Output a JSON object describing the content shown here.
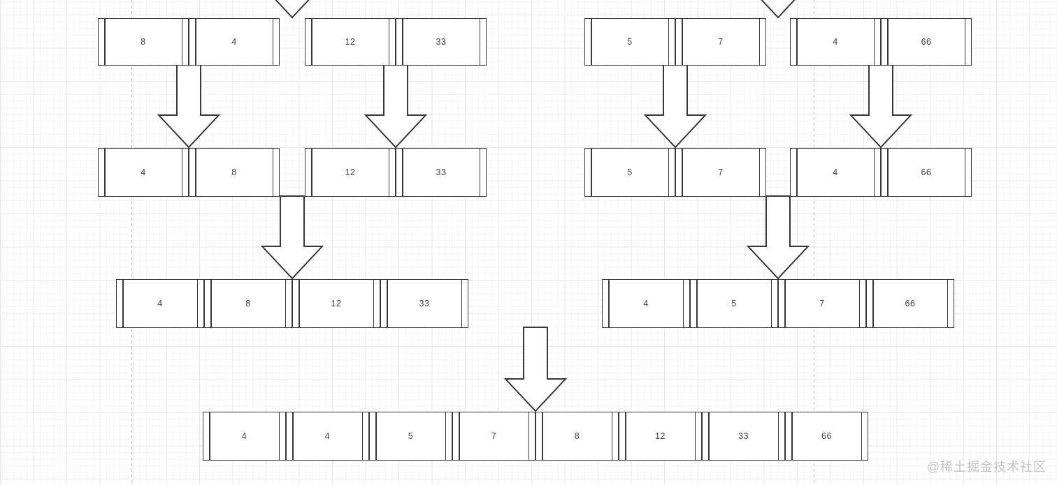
{
  "diagram": {
    "levels": [
      {
        "boxes": [
          {
            "cells": [
              "8",
              "4"
            ]
          },
          {
            "cells": [
              "12",
              "33"
            ]
          },
          {
            "cells": [
              "5",
              "7"
            ]
          },
          {
            "cells": [
              "4",
              "66"
            ]
          }
        ]
      },
      {
        "boxes": [
          {
            "cells": [
              "4",
              "8"
            ]
          },
          {
            "cells": [
              "12",
              "33"
            ]
          },
          {
            "cells": [
              "5",
              "7"
            ]
          },
          {
            "cells": [
              "4",
              "66"
            ]
          }
        ]
      },
      {
        "boxes": [
          {
            "cells": [
              "4",
              "8",
              "12",
              "33"
            ]
          },
          {
            "cells": [
              "4",
              "5",
              "7",
              "66"
            ]
          }
        ]
      },
      {
        "boxes": [
          {
            "cells": [
              "4",
              "4",
              "5",
              "7",
              "8",
              "12",
              "33",
              "66"
            ]
          }
        ]
      }
    ]
  },
  "watermark": {
    "text": "@稀土掘金技术社区"
  },
  "colors": {
    "stroke": "#383838",
    "cell_fill": "#ffffff",
    "value_text": "#404040",
    "grid_minor": "#f6f6f6",
    "grid_major": "#e8e8e8",
    "guide_dashed": "#bdbdbd",
    "watermark": "#c4c4c4"
  }
}
